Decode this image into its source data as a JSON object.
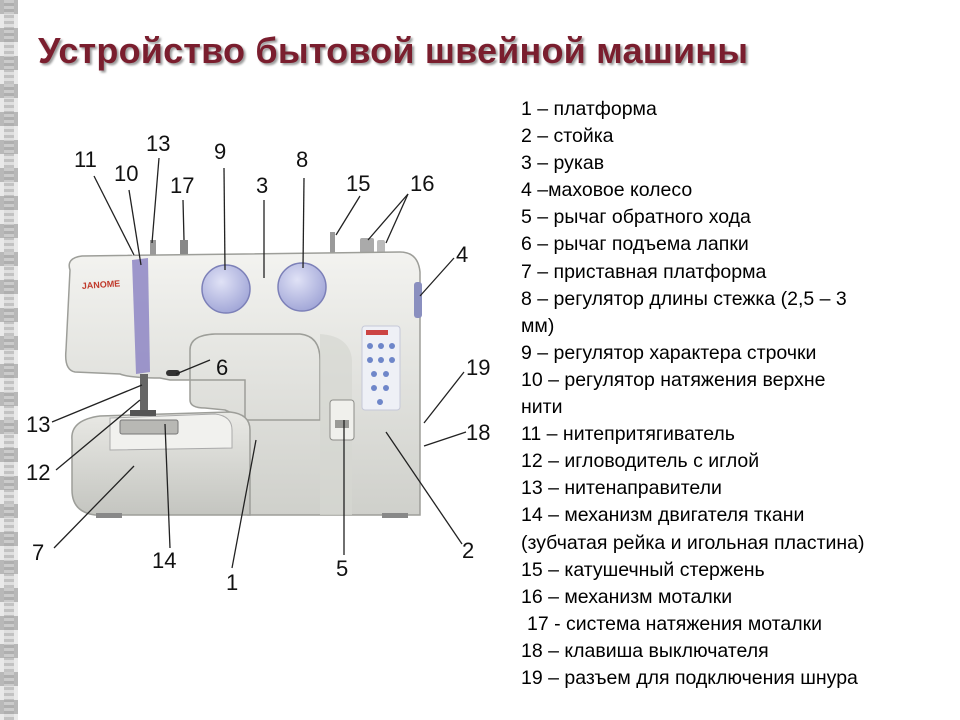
{
  "title": "Устройство бытовой швейной машины",
  "brand_label": "JANOME",
  "diagram_labels": [
    "11",
    "13",
    "10",
    "9",
    "17",
    "3",
    "8",
    "15",
    "16",
    "4",
    "6",
    "19",
    "13",
    "18",
    "12",
    "7",
    "14",
    "1",
    "5",
    "2"
  ],
  "legend": [
    "1 – платформа",
    "2 – стойка",
    "3 – рукав",
    "4 –маховое колесо",
    "5 – рычаг обратного хода",
    "6 – рычаг подъема лапки",
    "7 – приставная платформа",
    "8 – регулятор длины стежка (2,5 – 3",
    "мм)",
    "9 – регулятор характера строчки",
    "10 – регулятор натяжения верхне",
    "нити",
    "11 – нитепритягиватель",
    "12 – игловодитель с иглой",
    "13 – нитенаправители",
    "14 – механизм двигателя ткани",
    "(зубчатая рейка и игольная пластина)",
    "15 – катушечный стержень",
    "16 – механизм моталки",
    "17 - система натяжения моталки",
    "18 – клавиша выключателя",
    "19 – разъем для подключения шнура"
  ],
  "colors": {
    "title": "#7a1e2e",
    "machine_body": "#e4e5e1",
    "dial": "#b9bde6",
    "accent_stripe": "#8e86c4",
    "brand": "#c0392b"
  }
}
